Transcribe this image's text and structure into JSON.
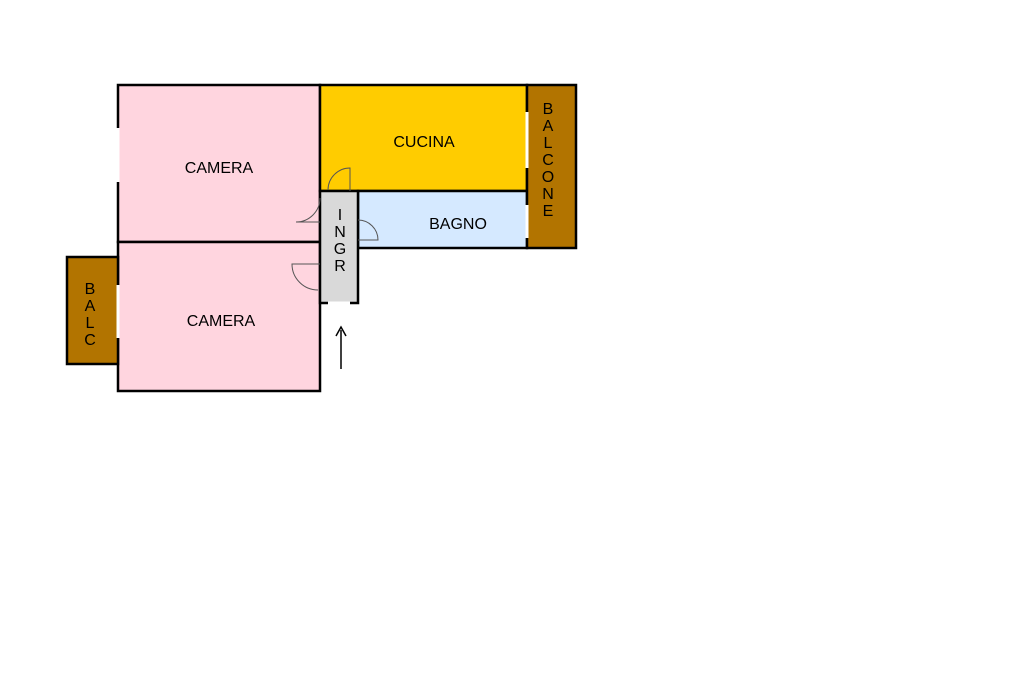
{
  "rooms": {
    "camera_top": {
      "label": "CAMERA",
      "color": "#FFD5DF"
    },
    "camera_bottom": {
      "label": "CAMERA",
      "color": "#FFD5DF"
    },
    "cucina": {
      "label": "CUCINA",
      "color": "#FFCC00"
    },
    "bagno": {
      "label": "BAGNO",
      "color": "#D5E9FF"
    },
    "ingresso": {
      "letters": [
        "I",
        "N",
        "G",
        "R"
      ],
      "color": "#D9D9D9"
    },
    "balcone": {
      "letters": [
        "B",
        "A",
        "L",
        "C",
        "O",
        "N",
        "E"
      ],
      "color": "#B27400"
    },
    "balc": {
      "letters": [
        "B",
        "A",
        "L",
        "C"
      ],
      "color": "#B27400"
    }
  },
  "entrance_arrow": {
    "icon": "arrow-up-icon"
  }
}
